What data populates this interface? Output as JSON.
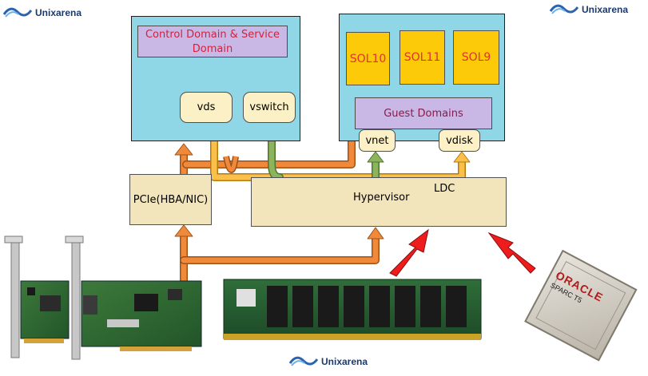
{
  "watermarks": {
    "top_left": "Unixarena",
    "top_right": "Unixarena",
    "bottom": "Unixarena"
  },
  "control_domain": {
    "title": "Control Domain & Service Domain",
    "vds": "vds",
    "vswitch": "vswitch"
  },
  "guest_domain": {
    "solaris": [
      "SOL10",
      "SOL11",
      "SOL9"
    ],
    "title": "Guest Domains",
    "vnet": "vnet",
    "vdisk": "vdisk"
  },
  "pcie": "PCIe(HBA/NIC)",
  "hypervisor": "Hypervisor",
  "ldc": "LDC",
  "cpu_brand": "ORACLE",
  "cpu_model": "SPARC T5",
  "colors": {
    "domain_bg": "#8fd6e6",
    "lavender": "#c9b8e6",
    "sol_yellow": "#fdca0a",
    "hypervisor": "#f2e5bc",
    "orange_path": "#f08a3a",
    "green_path": "#8cb45c",
    "yellow_path": "#fbc04a",
    "red_arrow": "#ee1c1c"
  }
}
